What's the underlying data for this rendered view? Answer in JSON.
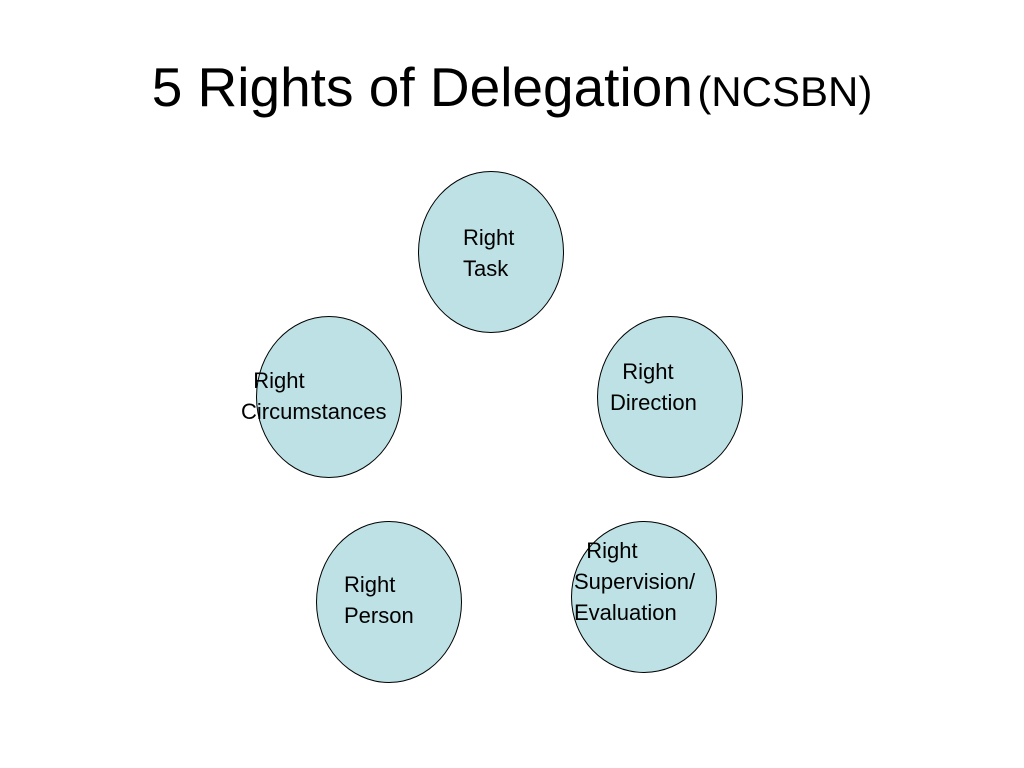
{
  "slide": {
    "title": "5 Rights of Delegation",
    "title_suffix": "(NCSBN)"
  },
  "colors": {
    "node_fill": "#BDE1E4",
    "node_stroke": "#000000",
    "text": "#000000",
    "background": "#FFFFFF"
  },
  "nodes": [
    {
      "id": "task",
      "label": "Right\nTask"
    },
    {
      "id": "circumstances",
      "label": "  Right\nCircumstances"
    },
    {
      "id": "direction",
      "label": "  Right\nDirection"
    },
    {
      "id": "person",
      "label": "Right\nPerson"
    },
    {
      "id": "supervision",
      "label": "  Right\nSupervision/\nEvaluation"
    }
  ]
}
